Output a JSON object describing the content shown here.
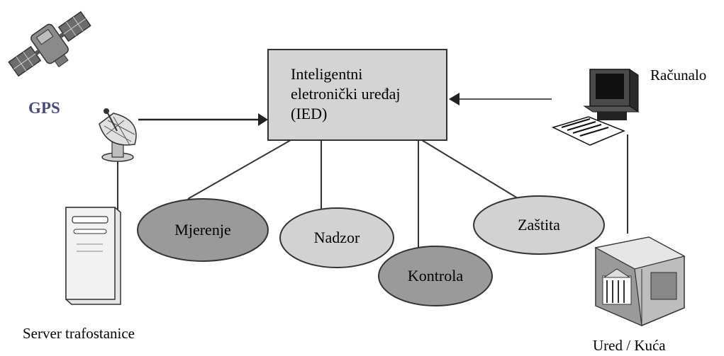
{
  "ied_box": {
    "lines": [
      "Inteligentni",
      "eletronički uređaj",
      "(IED)"
    ]
  },
  "functions": [
    {
      "id": "mjerenje",
      "label": "Mjerenje",
      "fill": "#9a9a9a"
    },
    {
      "id": "nadzor",
      "label": "Nadzor",
      "fill": "#d2d2d2"
    },
    {
      "id": "kontrola",
      "label": "Kontrola",
      "fill": "#9a9a9a"
    },
    {
      "id": "zastita",
      "label": "Zaštita",
      "fill": "#d2d2d2"
    }
  ],
  "devices": {
    "gps": "GPS",
    "computer": "Računalo",
    "server": "Server trafostanice",
    "office": "Ured / Kuća"
  },
  "colors": {
    "ied_fill": "#d4d4d4",
    "gps_label": "#4a4a78",
    "line": "#333333"
  },
  "icons": [
    "satellite-icon",
    "dish-antenna-icon",
    "server-tower-icon",
    "computer-icon",
    "office-building-icon"
  ]
}
